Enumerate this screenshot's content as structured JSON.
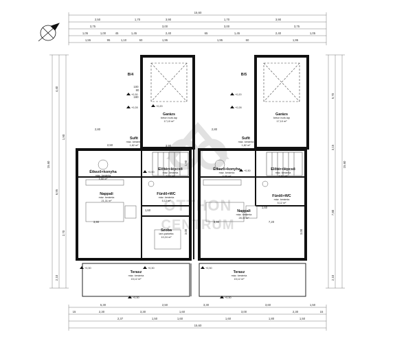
{
  "units": {
    "left": "B/4",
    "right": "B/5"
  },
  "rooms": {
    "garage_left": {
      "name": "Garázs",
      "detail": "beton burk.lap",
      "area": "17,10 m²"
    },
    "garage_right": {
      "name": "Garázs",
      "detail": "beton burk.lap",
      "area": "17,10 m²"
    },
    "storage_left": {
      "name": "Sufit",
      "detail": "máz. kerámia",
      "area": "1,82 m²"
    },
    "storage_right": {
      "name": "Sufit",
      "detail": "máz. kerámia",
      "area": "1,82 m²"
    },
    "dining_left": {
      "name": "Étkező+konyha",
      "detail": "máz. kerámia",
      "area": "5,88 m²"
    },
    "dining_right": {
      "name": "Étkező+konyha",
      "detail": "máz. kerámia",
      "area": "5,88 m²"
    },
    "hall_left": {
      "name": "Előtér+lépcső",
      "detail": "máz. kerámia",
      "area": "5,84 m²"
    },
    "hall_right": {
      "name": "Előtér+lépcső",
      "detail": "máz. kerámia",
      "area": "5,84 m²"
    },
    "living_left": {
      "name": "Nappali",
      "detail": "máz. kerámia",
      "area": "21,31 m²"
    },
    "living_right": {
      "name": "Nappali",
      "detail": "máz. kerámia",
      "area": "28,30 m²"
    },
    "bath_left": {
      "name": "Fürdő+WC",
      "detail": "máz. kerámia",
      "area": "5,12 m²"
    },
    "bath_right": {
      "name": "Fürdő+WC",
      "detail": "máz. kerámia",
      "area": "5,12 m²"
    },
    "bedroom_left": {
      "name": "Szoba",
      "detail": "lam.parketta",
      "area": "10,24 m²"
    },
    "terrace_left": {
      "name": "Terasz",
      "detail": "máz. kerámia",
      "area": "15,12 m²"
    },
    "terrace_right": {
      "name": "Terasz",
      "detail": "máz. kerámia",
      "area": "15,12 m²"
    }
  },
  "levels": {
    "lv1": "+0,30",
    "lv2": "+0,20",
    "lv3": "+0,28",
    "lv4": "+0,90",
    "lv5": "+0,30",
    "lv6": "+0,30",
    "lv7": "+0,20",
    "lv8": "+0,28",
    "lv9": "+0,30",
    "lv10": "+0,30",
    "lv11": "+0,30",
    "lv12": "+0,30"
  },
  "dims": {
    "top": {
      "total": "15,60",
      "r1": [
        "2,50",
        "1,70",
        "3,90",
        "1,70",
        "3,90"
      ],
      "r2": [
        "3,75",
        "3,00",
        "3,00",
        "3,75"
      ],
      "r3": [
        "1,05",
        "1,00",
        "45",
        "1,45",
        "2,40",
        "65",
        "1,45",
        "2,40",
        "1,05"
      ],
      "r4": [
        "1,55",
        "95",
        "1,10",
        "60",
        "1,95",
        "1,95",
        "60",
        "1,95"
      ]
    },
    "bottom": {
      "total": "15,60",
      "r1": [
        "5,30",
        "2,50",
        "3,30",
        "3,60",
        "1,50"
      ],
      "r2": [
        "15",
        "2,30",
        "3,30",
        "1,60",
        "3,00",
        "2,30",
        "15"
      ],
      "r3": [
        "2,37",
        "1,50",
        "1,60",
        "1,60",
        "1,80",
        "1,50"
      ]
    },
    "left": {
      "total": "15,60",
      "segs": [
        "4,40",
        "6,95",
        "1,90",
        "2,70",
        "2,10"
      ]
    },
    "right": {
      "total": "15,60",
      "segs": [
        "5,70",
        "3,15",
        "7,80",
        "2,10"
      ]
    },
    "inner": [
      "2,80",
      "2,80",
      "3,90",
      "3,90",
      "3,90",
      "7,20",
      "2,50",
      "1,60",
      "1,60",
      "3,00",
      "3,00",
      "1,90",
      "80",
      "100",
      "180"
    ]
  },
  "watermark": {
    "line1": "OTTHON",
    "line2": "CENTRUM"
  }
}
